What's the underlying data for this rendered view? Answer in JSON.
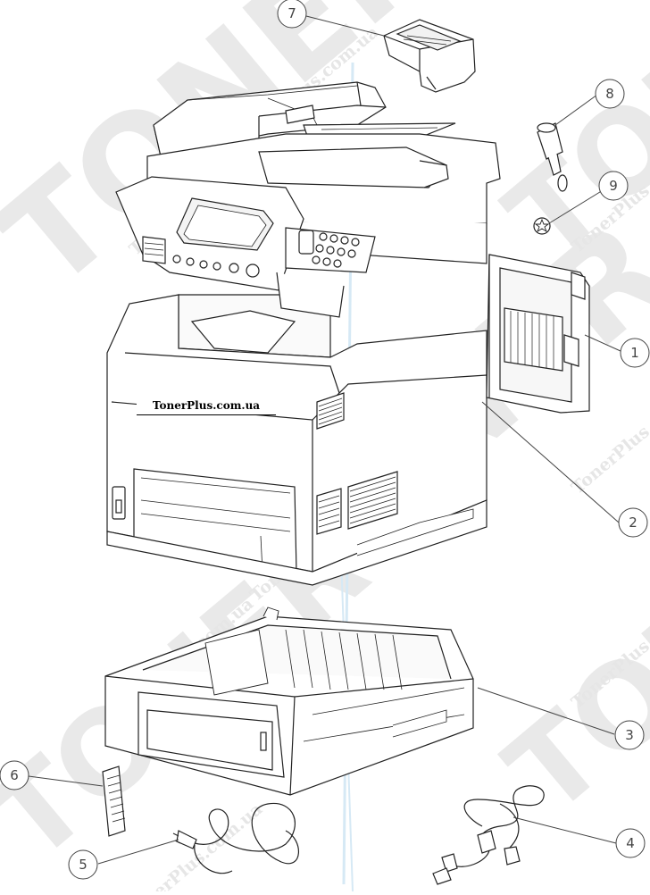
{
  "site_label": "TonerPlus.com.ua",
  "watermark": {
    "big": "TONER",
    "small": "TonerPlus.com.ua"
  },
  "callouts": [
    {
      "id": "7",
      "label": "7"
    },
    {
      "id": "8",
      "label": "8"
    },
    {
      "id": "9",
      "label": "9"
    },
    {
      "id": "1",
      "label": "1"
    },
    {
      "id": "2",
      "label": "2"
    },
    {
      "id": "3",
      "label": "3"
    },
    {
      "id": "6",
      "label": "6"
    },
    {
      "id": "5",
      "label": "5"
    },
    {
      "id": "4",
      "label": "4"
    }
  ],
  "parts": [
    {
      "id": "1",
      "name": "side-door"
    },
    {
      "id": "2",
      "name": "printer-main-unit"
    },
    {
      "id": "3",
      "name": "paper-feeder-cassette"
    },
    {
      "id": "4",
      "name": "telephone-cable"
    },
    {
      "id": "5",
      "name": "power-cord"
    },
    {
      "id": "6",
      "name": "memory-module"
    },
    {
      "id": "7",
      "name": "toner-cover"
    },
    {
      "id": "8",
      "name": "stylus-pen"
    },
    {
      "id": "9",
      "name": "screw"
    }
  ]
}
